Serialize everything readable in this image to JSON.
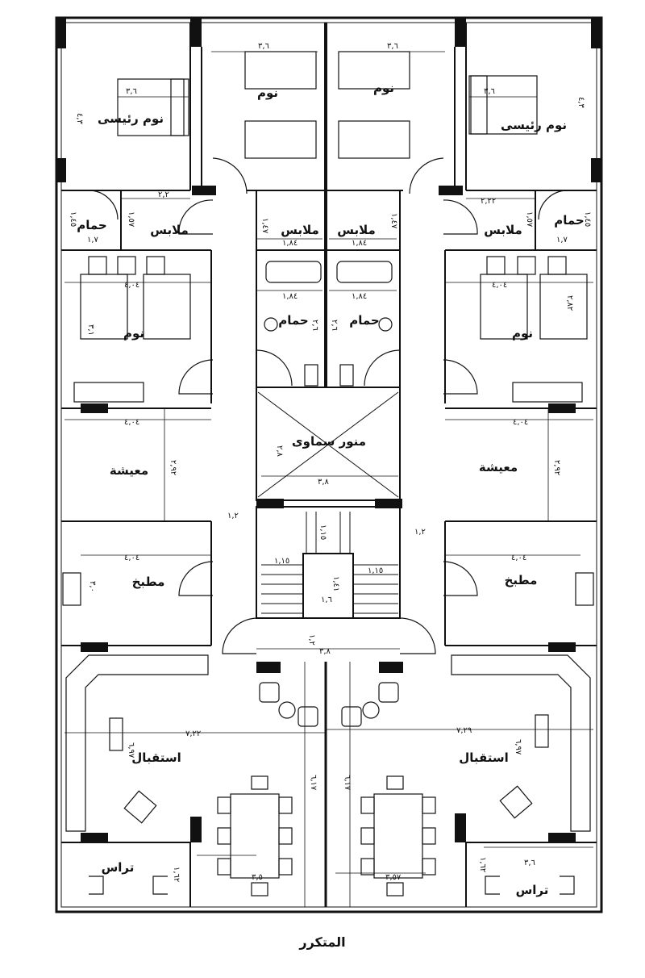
{
  "caption": "المتكرر",
  "rooms": {
    "master_bedroom": "نوم رئيسى",
    "bedroom": "نوم",
    "closet": "ملابس",
    "bathroom": "حمام",
    "living": "معيشة",
    "kitchen": "مطبخ",
    "reception": "استقبال",
    "terrace": "تراس",
    "light_well": "منور سماوى"
  },
  "dims": {
    "d_3_6": "٣,٦",
    "d_4_3": "٤,٣",
    "d_2_2": "٢,٢",
    "d_2_22": "٢,٢٢",
    "d_1_57": "١,٥٧",
    "d_1_45": "١,٤٥",
    "d_1_7": "١,٧",
    "d_1_84": "١,٨٤",
    "d_1_47": "١,٤٧",
    "d_4_04": "٤,٠٤",
    "d_3_1": "٣,١",
    "d_2_82": "٢,٨٢",
    "d_2_92": "٢,٩٢",
    "d_1_2": "١,٢",
    "d_3_8": "٣,٨",
    "d_2_8": "٢,٨",
    "d_3_0": "٣,٠",
    "d_1_15": "١,١٥",
    "d_1_41": "١,٤١",
    "d_1_6": "١,٦",
    "d_7_22": "٧,٢٢",
    "d_7_29": "٧,٢٩",
    "d_6_97": "٦,٩٧",
    "d_6_17": "٦,١٧",
    "d_3_5": "٣,٥",
    "d_3_57": "٣,٥٧",
    "d_1_62": "١,٦٢",
    "d_2_6": "٢,٦"
  }
}
